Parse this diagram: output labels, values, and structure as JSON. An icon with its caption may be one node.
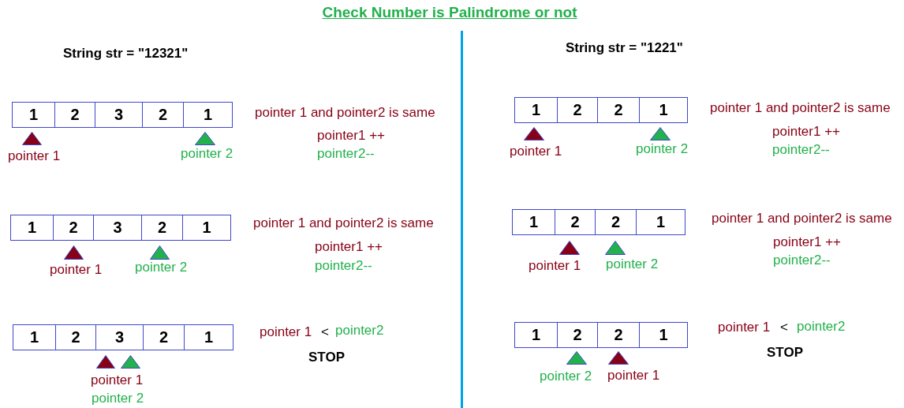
{
  "diagram": {
    "title": "Check Number is Palindrome or not",
    "nodes": [
      {
        "text": [
          "1"
        ]
      },
      {
        "text": [
          "2"
        ]
      },
      {
        "text": [
          "3"
        ]
      },
      {
        "text": [
          "2"
        ]
      },
      {
        "text": [
          "1"
        ]
      },
      {
        "text": [
          "1"
        ]
      },
      {
        "text": [
          "2"
        ]
      },
      {
        "text": [
          "3"
        ]
      },
      {
        "text": [
          "2"
        ]
      },
      {
        "text": [
          "1"
        ]
      },
      {
        "text": [
          "1"
        ]
      },
      {
        "text": [
          "2"
        ]
      },
      {
        "text": [
          "3"
        ]
      },
      {
        "text": [
          "2"
        ]
      },
      {
        "text": [
          "1"
        ]
      },
      {
        "text": [
          "1"
        ]
      },
      {
        "text": [
          "2"
        ]
      },
      {
        "text": [
          "2"
        ]
      },
      {
        "text": [
          "1"
        ]
      },
      {
        "text": [
          "1"
        ]
      },
      {
        "text": [
          "2"
        ]
      },
      {
        "text": [
          "2"
        ]
      },
      {
        "text": [
          "1"
        ]
      },
      {
        "text": [
          "1"
        ]
      },
      {
        "text": [
          "2"
        ]
      },
      {
        "text": [
          "2"
        ]
      },
      {
        "text": [
          "1"
        ]
      }
    ],
    "labels": [
      "String str = \"12321\"",
      "pointer 1",
      "pointer 2",
      "pointer 1 and pointer2 is same",
      "pointer1 ++",
      "pointer2--",
      "pointer 1",
      "pointer 2",
      "pointer 1 and pointer2 is same",
      "pointer1 ++",
      "pointer2--",
      "pointer 1",
      "pointer 2",
      "pointer 1",
      "<",
      "pointer2",
      "STOP",
      "String str = \"1221\"",
      "pointer 1",
      "pointer 2",
      "pointer 1 and pointer2 is same",
      "pointer1 ++",
      "pointer2--",
      "pointer 1",
      "pointer 2",
      "pointer 1 and pointer2 is same",
      "pointer1 ++",
      "pointer2--",
      "pointer 2",
      "pointer 1",
      "pointer 1",
      "<",
      "pointer2",
      "STOP"
    ]
  }
}
